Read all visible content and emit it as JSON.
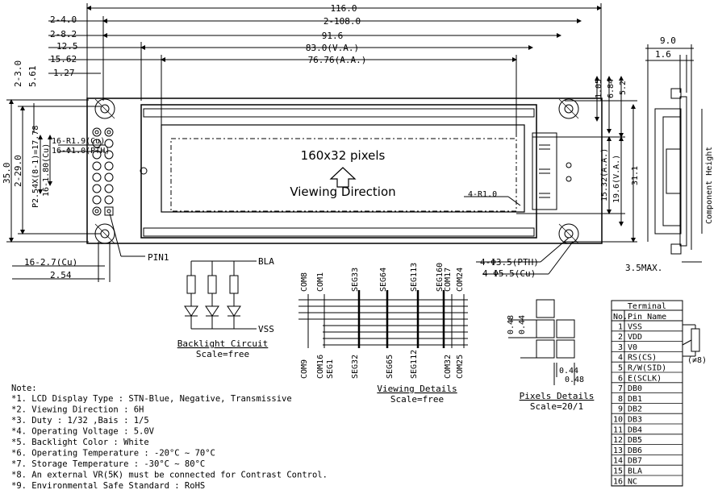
{
  "dimensions": {
    "top": [
      "116.0",
      "2-108.0",
      "91.6",
      "83.0(V.A.)",
      "76.76(A.A.)"
    ],
    "top_left": [
      "2-4.0",
      "2-8.2",
      "12.5",
      "15.62",
      "1.27"
    ],
    "left_vertical": [
      "2-3.0",
      "5.61",
      "35.0",
      "2-29.0",
      "P2.54X(8-1)=17.78",
      "16-1.80(Cu)"
    ],
    "pin_labels": [
      "16-R1.9(Cu)",
      "16-Φ1.0(PTH)"
    ],
    "bottom": [
      "16-2.7(Cu)",
      "2.54"
    ],
    "right_vertical": [
      "1.05",
      "6.84",
      "5.2",
      "15.32(A.A.)",
      "19.6(V.A.)",
      "31.1"
    ],
    "holes": [
      "4-Φ3.5(PTH)",
      "4-Φ5.5(Cu)"
    ],
    "corner_radius": "4-R1.0",
    "side_view": [
      "9.0",
      "1.6",
      "Component Height",
      "3.5MAX."
    ]
  },
  "lcd": {
    "resolution": "160x32 pixels",
    "viewing_direction": "Viewing Direction"
  },
  "pin1_label": "PIN1",
  "backlight": {
    "bla": "BLA",
    "vss": "VSS",
    "title": "Backlight Circuit",
    "scale": "Scale=free"
  },
  "viewing_details": {
    "top_labels": [
      "COM8",
      "COM1",
      "SEG33",
      "SEG64",
      "SEG113",
      "SEG160",
      "COM17",
      "COM24"
    ],
    "bottom_labels": [
      "COM9",
      "COM16",
      "SEG1",
      "SEG32",
      "SEG65",
      "SEG112",
      "COM32",
      "COM25"
    ],
    "title": "Viewing Details",
    "scale": "Scale=free"
  },
  "pixel_details": {
    "dims": [
      "0.48",
      "0.44",
      "0.44",
      "0.48"
    ],
    "title": "Pixels Details",
    "scale": "Scale=20/1"
  },
  "terminal": {
    "title": "Terminal",
    "headers": [
      "No.",
      "Pin Name"
    ],
    "rows": [
      [
        "1",
        "VSS"
      ],
      [
        "2",
        "VDD"
      ],
      [
        "3",
        "V0"
      ],
      [
        "4",
        "RS(CS)"
      ],
      [
        "5",
        "R/W(SID)"
      ],
      [
        "6",
        "E(SCLK)"
      ],
      [
        "7",
        "DB0"
      ],
      [
        "8",
        "DB1"
      ],
      [
        "9",
        "DB2"
      ],
      [
        "10",
        "DB3"
      ],
      [
        "11",
        "DB4"
      ],
      [
        "12",
        "DB5"
      ],
      [
        "13",
        "DB6"
      ],
      [
        "14",
        "DB7"
      ],
      [
        "15",
        "BLA"
      ],
      [
        "16",
        "NC"
      ]
    ],
    "pot_label": "(≠8)"
  },
  "notes": {
    "title": "Note:",
    "items": [
      "*1. LCD Display Type : STN-Blue, Negative, Transmissive",
      "*2. Viewing Direction : 6H",
      "*3. Duty : 1/32 ,Bais : 1/5",
      "*4. Operating Voltage : 5.0V",
      "*5. Backlight Color : White",
      "*6. Operating Temperature : -20°C ~ 70°C",
      "*7. Storage Temperature : -30°C ~ 80°C",
      "*8. An external VR(5K) must be connected for Contrast Control.",
      "*9. Environmental Safe Standard : RoHS"
    ]
  }
}
